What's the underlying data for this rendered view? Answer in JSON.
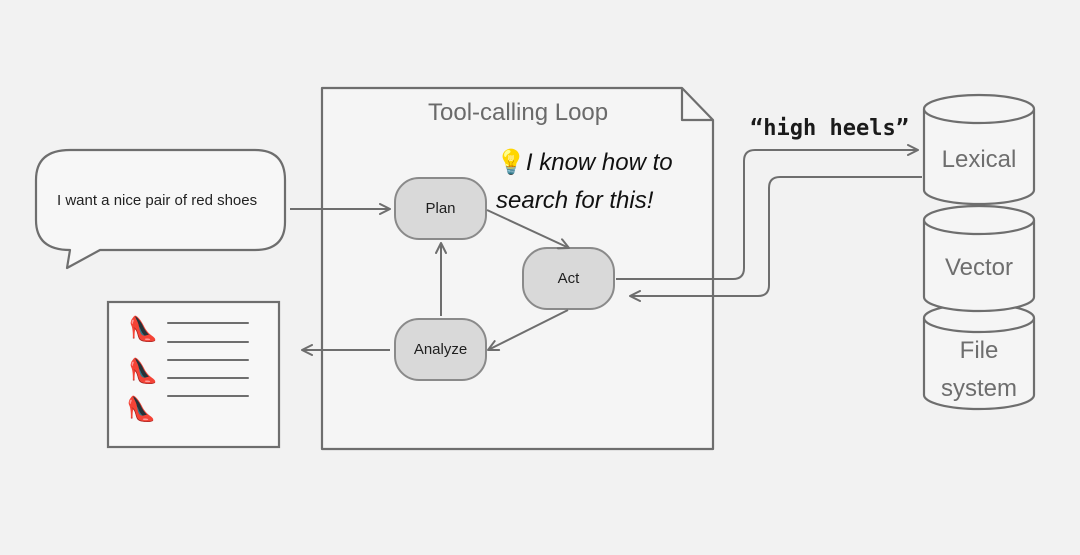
{
  "user_message": "I want a nice pair of red shoes",
  "loop": {
    "title": "Tool-calling Loop",
    "thought": {
      "icon": "💡",
      "line1": "I know how to",
      "line2": "search for this!"
    },
    "nodes": {
      "plan": "Plan",
      "act": "Act",
      "analyze": "Analyze"
    }
  },
  "query": "“high heels”",
  "databases": {
    "lexical": "Lexical",
    "vector": "Vector",
    "filesystem_line1": "File",
    "filesystem_line2": "system"
  },
  "results": {
    "shoe_icon": "👠",
    "count": 3
  },
  "colors": {
    "background": "#f2f2f2",
    "stroke": "#6e6e6e",
    "node_fill": "#d9d9d9",
    "panel_fill": "#f5f5f5"
  }
}
